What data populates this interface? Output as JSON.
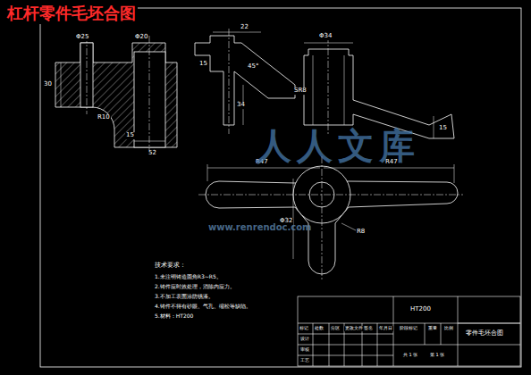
{
  "diagram": {
    "title": "杠杆零件毛坯合图",
    "labels": [
      "Φ25",
      "Φ20",
      "30",
      "R10",
      "15",
      "52",
      "22",
      "15",
      "45°",
      "34",
      "Φ34",
      "SR8",
      "15",
      "R47",
      "R47",
      "Φ32",
      "R8",
      "技术要求：",
      "1.未注明铸造圆角R3~R5。",
      "2.铸件应时效处理，消除内应力。",
      "3.不加工表面涂防锈漆。",
      "4.铸件不得有砂眼、气孔、缩松等缺陷。",
      "5.材料：HT200",
      "HT200",
      "零件毛坯合图",
      "标记",
      "处数",
      "分区",
      "更改文件号",
      "签名",
      "年月日",
      "设计",
      "审核",
      "工艺",
      "阶段标记",
      "重量",
      "比例",
      "共 1 张",
      "第 1 张",
      "人人文库",
      "www.renrendoc.com"
    ]
  }
}
